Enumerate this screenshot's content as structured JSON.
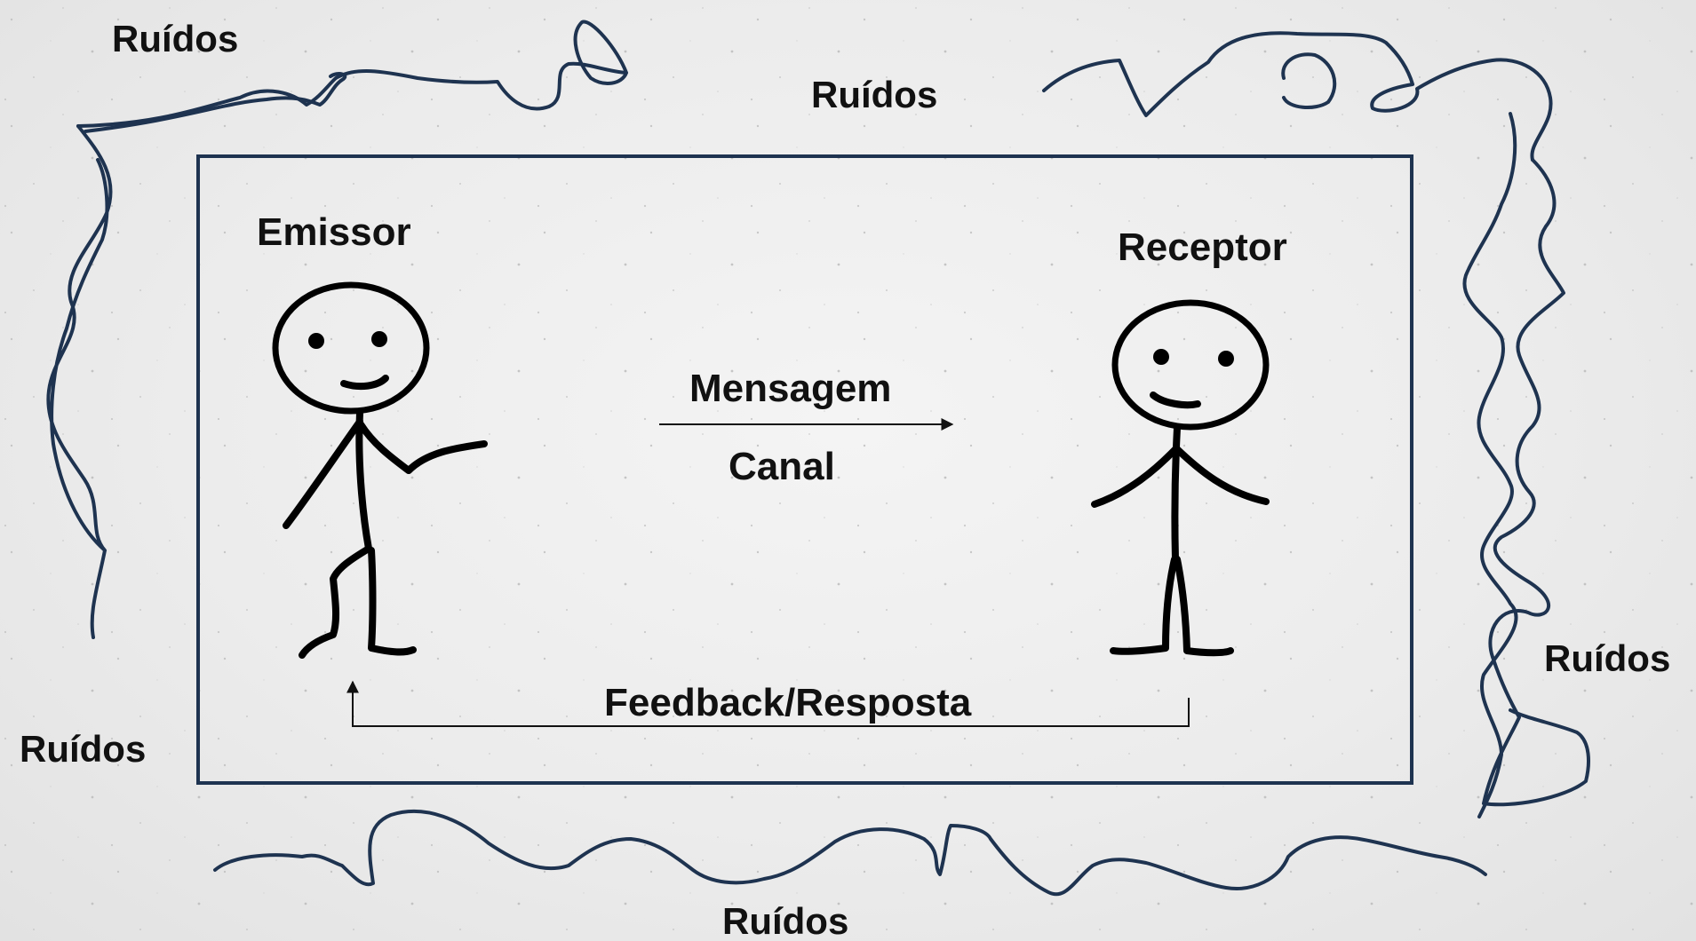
{
  "diagram": {
    "noise_label": "Ruídos",
    "sender_label": "Emissor",
    "receiver_label": "Receptor",
    "message_label": "Mensagem",
    "channel_label": "Canal",
    "feedback_label": "Feedback/Resposta"
  },
  "colors": {
    "frame": "#1e3350",
    "noise_line": "#1e3350",
    "text": "#111111",
    "background": "#ececec"
  }
}
